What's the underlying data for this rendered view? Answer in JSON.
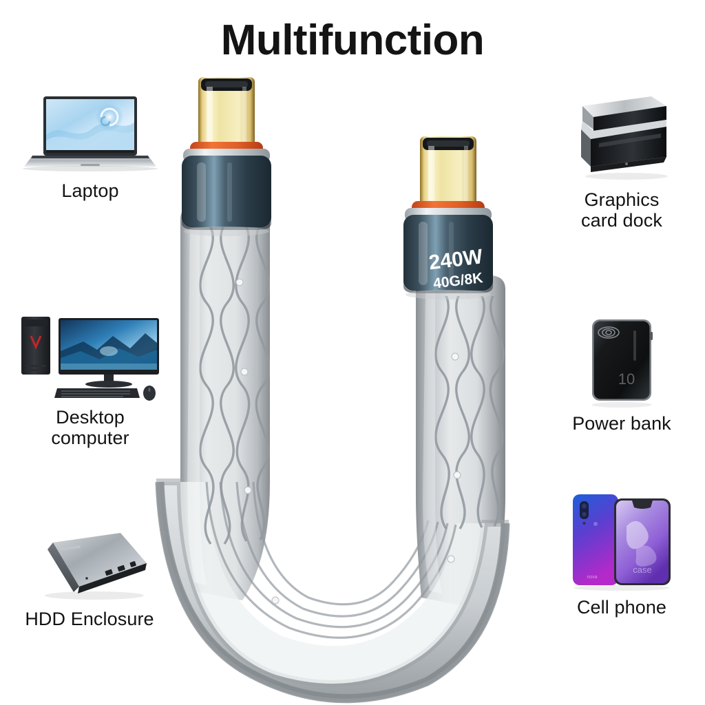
{
  "page": {
    "title": "Multifunction",
    "background": "#ffffff"
  },
  "product": {
    "type": "usb-c-flat-short-cable",
    "connector_label": {
      "power": "240W",
      "speed": "40G/8K"
    },
    "colors": {
      "connector_housing": "#33444f",
      "connector_housing_highlight": "#7e97a6",
      "collar_accent": "#e8622a",
      "contact_gold": "#efe0a0",
      "cable_body": "#d9dcdd",
      "cable_edge": "#8e9396",
      "text_on_connector": "#ffffff"
    }
  },
  "features": {
    "left": [
      {
        "id": "laptop",
        "label": "Laptop",
        "icon": "laptop-icon"
      },
      {
        "id": "desktop",
        "label": "Desktop\ncomputer",
        "line1": "Desktop",
        "line2": "computer",
        "icon": "desktop-computer-icon"
      },
      {
        "id": "hdd",
        "label": "HDD Enclosure",
        "icon": "hdd-enclosure-icon"
      }
    ],
    "right": [
      {
        "id": "gpu",
        "label": "Graphics card dock",
        "line1": "Graphics",
        "line2": "card dock",
        "icon": "graphics-card-dock-icon"
      },
      {
        "id": "bank",
        "label": "Power bank",
        "icon": "power-bank-icon"
      },
      {
        "id": "phone",
        "label": "Cell phone",
        "icon": "cell-phone-icon"
      }
    ]
  }
}
